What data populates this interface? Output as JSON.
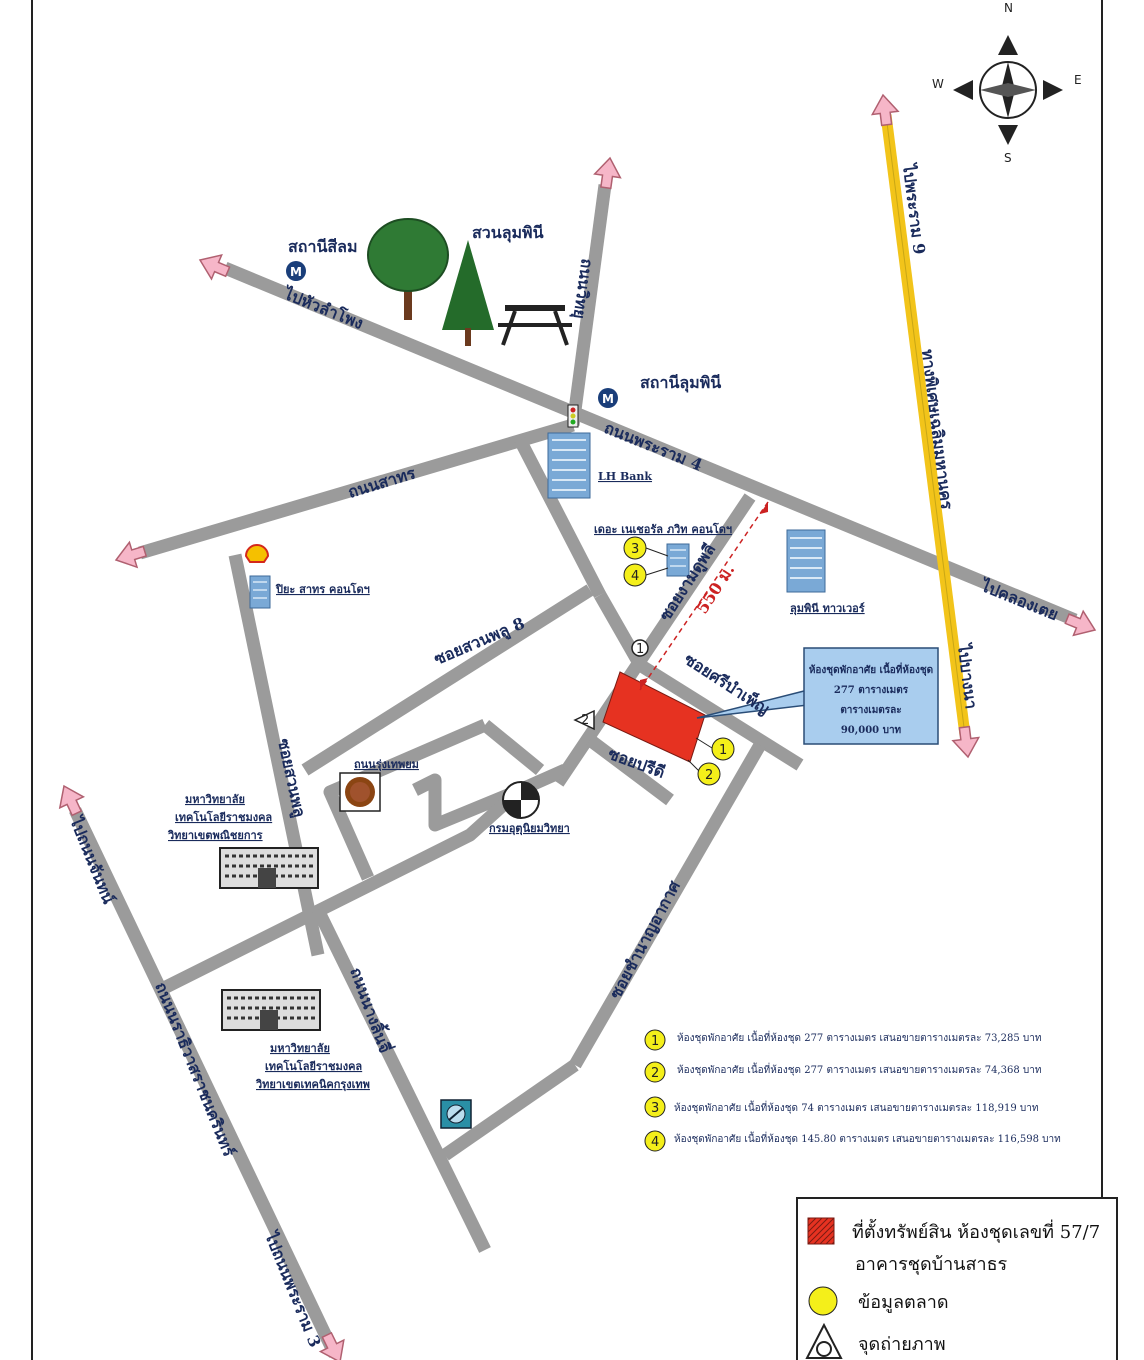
{
  "compass": {
    "n": "N",
    "e": "E",
    "s": "S",
    "w": "W"
  },
  "colors": {
    "road": "#9b9b9b",
    "highway": "#f2c41a",
    "arrow": "#f6b6c8",
    "property": "#e63221",
    "callout_bg": "#a9cdee",
    "marker": "#f4ef1a",
    "tree": "#246b2a"
  },
  "places": {
    "silom_station": "สถานีสีลม",
    "lumpini_park": "สวนลุมพินี",
    "lumpini_station": "สถานีลุมพินี",
    "lh_bank": "LH Bank",
    "the_complex": "เดอะ เนเชอรัล ภวิท คอนโดฯ",
    "sathorn_condo": "ปิยะ สาทร คอนโดฯ",
    "lumpini_tower": "ลุมพินี ทาวเวอร์",
    "bakery": "ถนนรุ่งเทพยม",
    "meteo_dept": "กรมอุตุนิยมวิทยา",
    "university1_l1": "มหาวิทยาลัย",
    "university1_l2": "เทคโนโลยีราชมงคล",
    "university1_l3": "วิทยาเขตพณิชยการ",
    "university2_l1": "มหาวิทยาลัย",
    "university2_l2": "เทคโนโลยีราชมงคล",
    "university2_l3": "วิทยาเขตเทคนิคกรุงเทพ"
  },
  "roads": {
    "hualamphong": "ไปหัวลำโพง",
    "wireless": "ถนนวิทยุ",
    "rama4": "ถนนพระราม 4",
    "sathorn": "ถนนสาทร",
    "klongtoei": "ไปคลองเตย",
    "rama9": "ไปพระราม 9",
    "expressway": "ทางพิเศษเฉลิมมหานคร",
    "bangna": "ไปบางนา",
    "ngamduphli": "ซอยงามดูพลี",
    "suanphlu8": "ซอยสวนพลู 8",
    "suanphlu": "ซอยสวนพลู",
    "sri_bamphen": "ซอยศรีบำเพ็ญ",
    "soi_preecha": "ซอยปรีดี",
    "soi_akat": "ซอยชำนาญอากาศ",
    "narathiwat": "ถนนนราธิวาสราชนครินทร์",
    "nanglinchi": "ถนนนางลิ้นจี่",
    "chan": "ไปถนนจันทน์",
    "rama3": "ไปถนนพระราม 3",
    "distance": "550 ม."
  },
  "callout": {
    "line1": "ห้องชุดพักอาศัย เนื้อที่ห้องชุด",
    "line2": "277 ตารางเมตร",
    "line3": "ตารางเมตรละ",
    "line4": "90,000 บาท"
  },
  "photo_points": [
    "1",
    "2"
  ],
  "market_markers": [
    "1",
    "2",
    "3",
    "4"
  ],
  "market_legend": [
    {
      "num": "1",
      "text": "ห้องชุดพักอาศัย เนื้อที่ห้องชุด 277 ตารางเมตร เสนอขายตารางเมตรละ 73,285 บาท"
    },
    {
      "num": "2",
      "text": "ห้องชุดพักอาศัย เนื้อที่ห้องชุด 277 ตารางเมตร เสนอขายตารางเมตรละ 74,368 บาท"
    },
    {
      "num": "3",
      "text": "ห้องชุดพักอาศัย เนื้อที่ห้องชุด 74 ตารางเมตร เสนอขายตารางเมตรละ 118,919 บาท"
    },
    {
      "num": "4",
      "text": "ห้องชุดพักอาศัย เนื้อที่ห้องชุด 145.80 ตารางเมตร เสนอขายตารางเมตรละ 116,598 บาท"
    }
  ],
  "legend_box": {
    "property_line1": "ที่ตั้งทรัพย์สิน ห้องชุดเลขที่ 57/7",
    "property_line2": "อาคารชุดบ้านสาธร",
    "market_data": "ข้อมูลตลาด",
    "photo_point": "จุดถ่ายภาพ"
  }
}
